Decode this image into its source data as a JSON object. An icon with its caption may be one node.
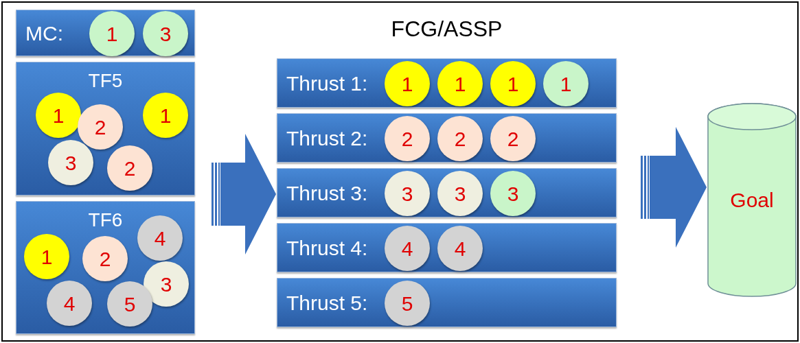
{
  "diagram": {
    "title": "FCG/ASSP",
    "nodes": [
      {
        "text": [
          "MC:"
        ]
      },
      {
        "text": [
          "1"
        ],
        "in": 0
      },
      {
        "text": [
          "3"
        ],
        "in": 0
      },
      {
        "text": [
          "TF5"
        ]
      },
      {
        "text": [
          "1"
        ],
        "in": 3
      },
      {
        "text": [
          "2"
        ],
        "in": 3
      },
      {
        "text": [
          "1"
        ],
        "in": 3
      },
      {
        "text": [
          "3"
        ],
        "in": 3
      },
      {
        "text": [
          "2"
        ],
        "in": 3
      },
      {
        "text": [
          "TF6"
        ]
      },
      {
        "text": [
          "4"
        ],
        "in": 9
      },
      {
        "text": [
          "1"
        ],
        "in": 9
      },
      {
        "text": [
          "2"
        ],
        "in": 9
      },
      {
        "text": [
          "3"
        ],
        "in": 9
      },
      {
        "text": [
          "4"
        ],
        "in": 9
      },
      {
        "text": [
          "5"
        ],
        "in": 9
      },
      {
        "text": [
          "Thrust 1:"
        ]
      },
      {
        "text": [
          "1"
        ],
        "in": 16
      },
      {
        "text": [
          "1"
        ],
        "in": 16
      },
      {
        "text": [
          "1"
        ],
        "in": 16
      },
      {
        "text": [
          "1"
        ],
        "in": 16
      },
      {
        "text": [
          "Thrust 2:"
        ]
      },
      {
        "text": [
          "2"
        ],
        "in": 21
      },
      {
        "text": [
          "2"
        ],
        "in": 21
      },
      {
        "text": [
          "2"
        ],
        "in": 21
      },
      {
        "text": [
          "Thrust 3:"
        ]
      },
      {
        "text": [
          "3"
        ],
        "in": 25
      },
      {
        "text": [
          "3"
        ],
        "in": 25
      },
      {
        "text": [
          "3"
        ],
        "in": 25
      },
      {
        "text": [
          "Thrust 4:"
        ]
      },
      {
        "text": [
          "4"
        ],
        "in": 29
      },
      {
        "text": [
          "4"
        ],
        "in": 29
      },
      {
        "text": [
          "Thrust 5:"
        ]
      },
      {
        "text": [
          "5"
        ],
        "in": 32
      },
      {
        "text": [
          "Goal"
        ]
      }
    ],
    "edges": [
      {
        "from": null,
        "to": 25,
        "arrow": "to",
        "style": "thick"
      },
      {
        "from": null,
        "to": 34,
        "arrow": "to",
        "style": "thick"
      }
    ]
  }
}
